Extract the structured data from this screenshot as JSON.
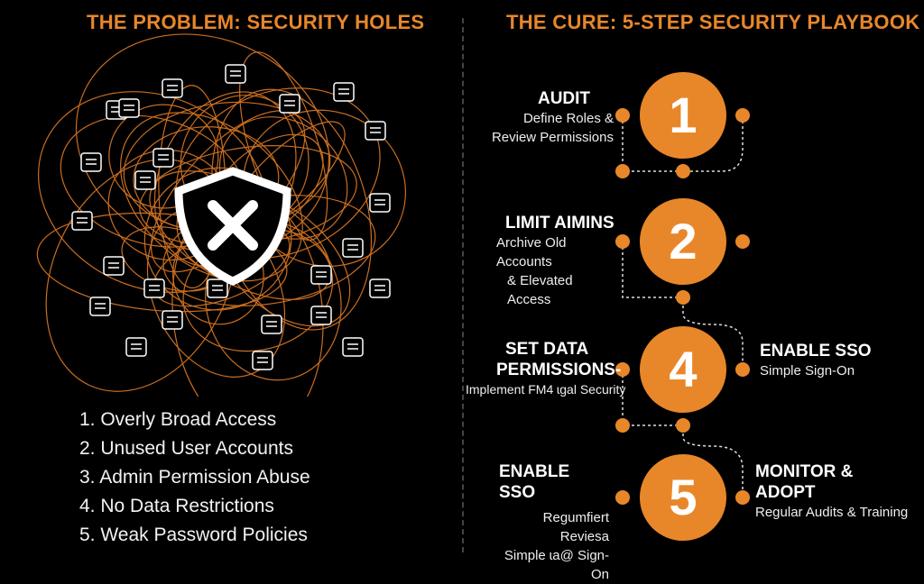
{
  "left": {
    "title": "THE PROBLEM: SECURITY HOLES",
    "problems": [
      "1. Overly Broad Access",
      "2. Unused User Accounts",
      "3. Admin Permission Abuse",
      "4. No Data Restrictions",
      "5. Weak Password Policies"
    ]
  },
  "right": {
    "title": "THE CURE: 5-STEP SECURITY PLAYBOOK",
    "steps": [
      {
        "number": "1",
        "title": "AUDIT",
        "desc1": "Define Roles &",
        "desc2": "Review Permissions"
      },
      {
        "number": "2",
        "title": "LIMIT AIMINS",
        "desc1": "Archive Old Accounts",
        "desc2": "& Elevated Access"
      },
      {
        "number": "4",
        "title1": "SET DATA",
        "title2": "PERMISSIONS-",
        "desc1": "Implement FM4 ɩgal Security",
        "side_title": "ENABLE SSO",
        "side_desc": "Simple Sign-On"
      },
      {
        "number": "5",
        "title": "ENABLE SSO",
        "desc1": "Regumfiert Reviesa",
        "desc2": "Simple ɩa@ Sign-On",
        "side_title1": "MONITOR &",
        "side_title2": "ADOPT",
        "side_desc": "Regular Audits & Training"
      }
    ]
  },
  "colors": {
    "accent": "#e8872a",
    "background": "#000000"
  }
}
